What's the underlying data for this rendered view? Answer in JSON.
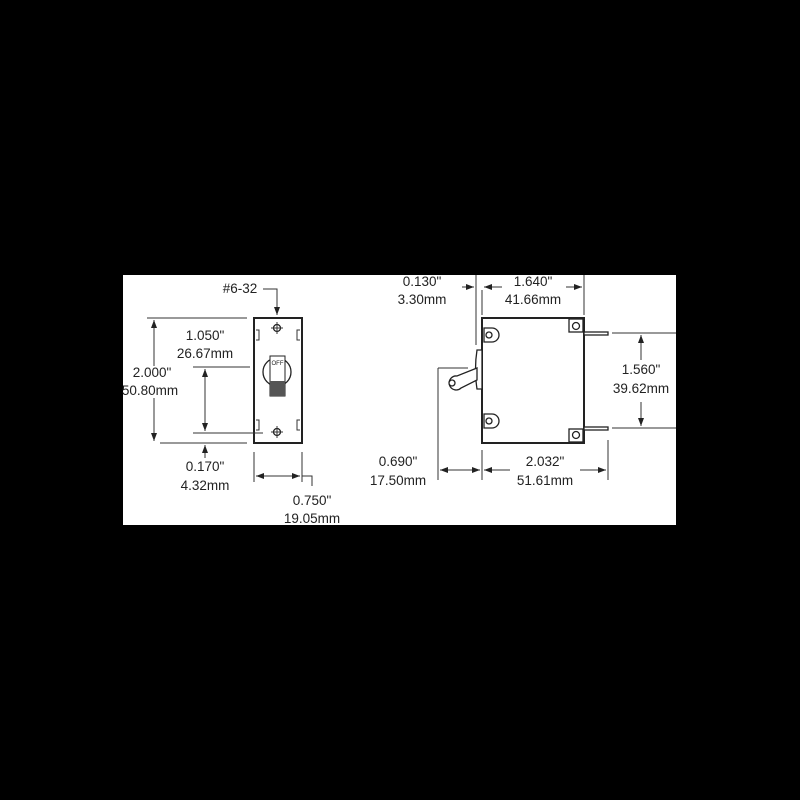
{
  "colors": {
    "background": "#000000",
    "canvas": "#ffffff",
    "ink": "#222222"
  },
  "front_view": {
    "screw_label": "#6-32",
    "switch_label": "OFF",
    "height": {
      "in": "2.000\"",
      "mm": "50.80mm"
    },
    "screw_spacing": {
      "in": "1.050\"",
      "mm": "26.67mm"
    },
    "screw_offset": {
      "in": "0.170\"",
      "mm": "4.32mm"
    },
    "width": {
      "in": "0.750\"",
      "mm": "19.05mm"
    }
  },
  "side_view": {
    "toggle_offset": {
      "in": "0.130\"",
      "mm": "3.30mm"
    },
    "body_depth": {
      "in": "1.640\"",
      "mm": "41.66mm"
    },
    "terminal_spacing": {
      "in": "1.560\"",
      "mm": "39.62mm"
    },
    "handle_extension": {
      "in": "0.690\"",
      "mm": "17.50mm"
    },
    "overall_depth": {
      "in": "2.032\"",
      "mm": "51.61mm"
    }
  }
}
